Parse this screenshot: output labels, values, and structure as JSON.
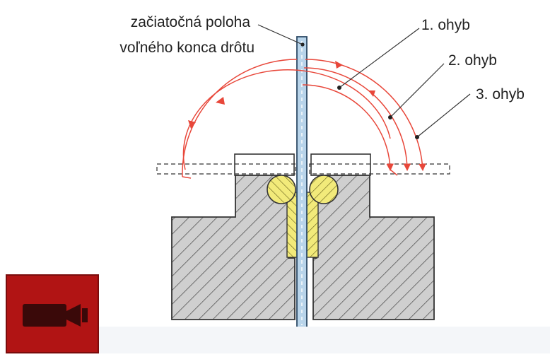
{
  "labels": {
    "start_line1": "začiatočná poloha",
    "start_line2": "voľného konca drôtu",
    "bend1": "1. ohyb",
    "bend2": "2. ohyb",
    "bend3": "3. ohyb"
  },
  "video_button": {
    "icon": "video-camera-icon"
  },
  "colors": {
    "arc": "#e8473a",
    "wire": "#b8d4ea",
    "wire_edge": "#2d4a66",
    "block": "#cdcdcd",
    "insert": "#f2ea7a",
    "button": "#b11414"
  }
}
